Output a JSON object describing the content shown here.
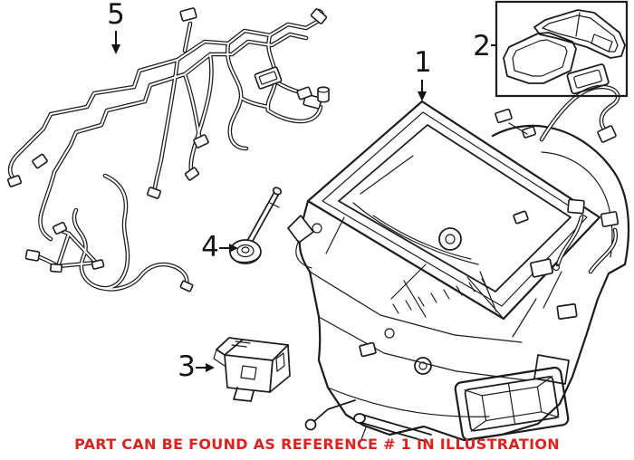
{
  "illustration": {
    "note": "PART CAN BE FOUND AS REFERENCE # 1 IN ILLUSTRATION",
    "note_color": "#da2420",
    "line_color": "#1c1c1c",
    "background": "#ffffff",
    "callouts": [
      {
        "label": "1"
      },
      {
        "label": "2"
      },
      {
        "label": "3"
      },
      {
        "label": "4"
      },
      {
        "label": "5"
      }
    ]
  }
}
